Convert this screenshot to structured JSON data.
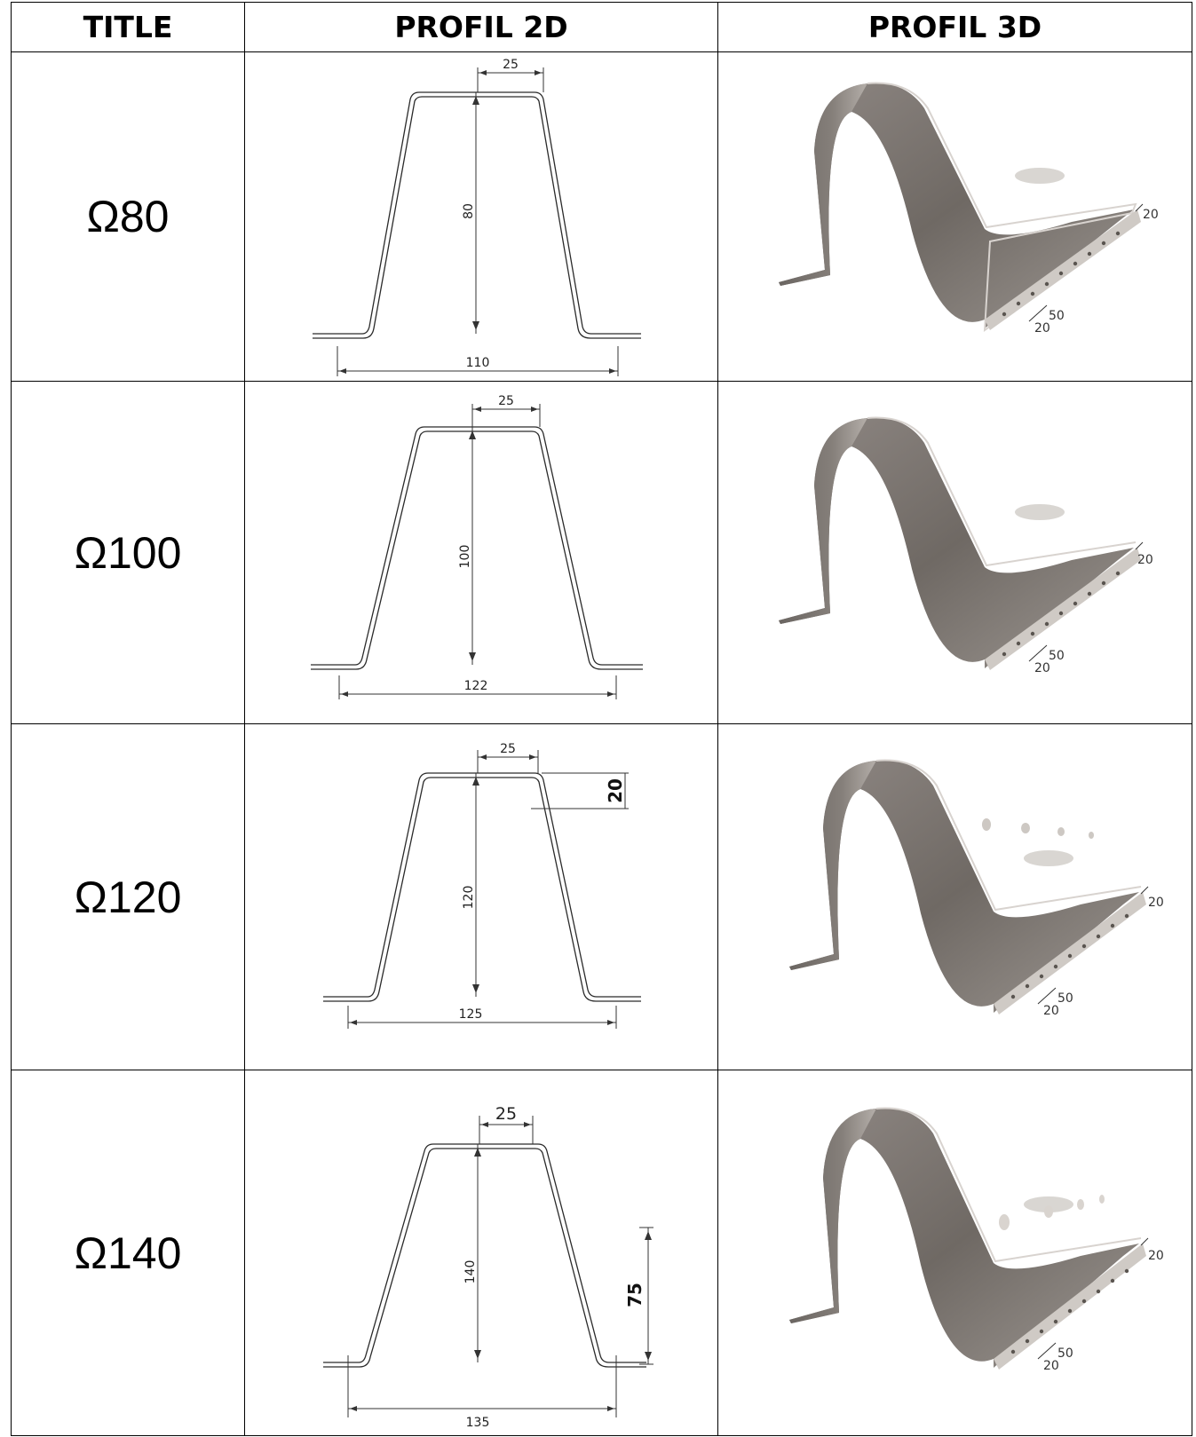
{
  "headers": {
    "title": "TITLE",
    "profil2d": "PROFIL 2D",
    "profil3d": "PROFIL 3D"
  },
  "rows": [
    {
      "title": "Ω80",
      "top": "25",
      "height": "80",
      "base": "110",
      "dim3d_a": "20",
      "dim3d_b": "50",
      "dim3d_c": "20"
    },
    {
      "title": "Ω100",
      "top": "25",
      "height": "100",
      "base": "122",
      "dim3d_a": "20",
      "dim3d_b": "50",
      "dim3d_c": "20"
    },
    {
      "title": "Ω120",
      "top": "25",
      "height": "120",
      "base": "125",
      "extra": "20",
      "dim3d_a": "20",
      "dim3d_b": "50",
      "dim3d_c": "20"
    },
    {
      "title": "Ω140",
      "top": "25",
      "height": "140",
      "base": "135",
      "extra": "75",
      "dim3d_a": "20",
      "dim3d_b": "50",
      "dim3d_c": "20"
    }
  ]
}
